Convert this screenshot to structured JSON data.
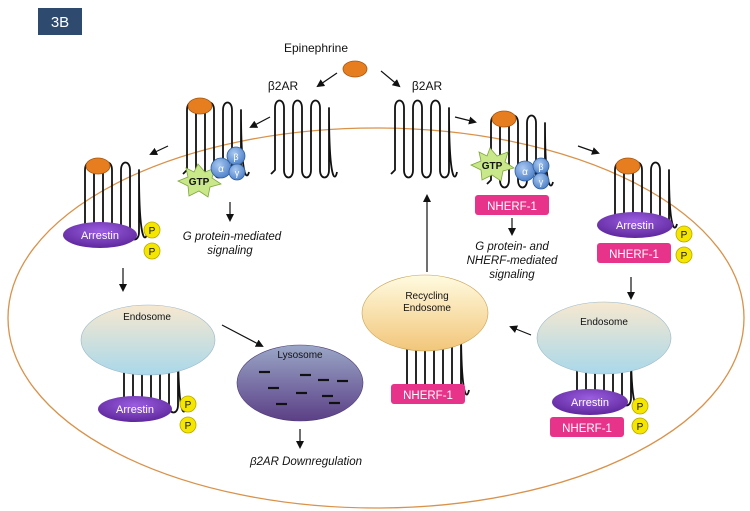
{
  "panel_label": "3B",
  "ligand_label": "Epinephrine",
  "receptor_left_label": "β2AR",
  "receptor_right_label": "β2AR",
  "gtp_label": "GTP",
  "subunits": {
    "alpha": "α",
    "beta": "β",
    "gamma": "γ"
  },
  "arrestin_label": "Arrestin",
  "phospho_label": "P",
  "nherf_label": "NHERF-1",
  "endosome_label": "Endosome",
  "lysosome_label": "Lysosome",
  "recycling_label_line1": "Recycling",
  "recycling_label_line2": "Endosome",
  "caption_g_protein": [
    "G protein-mediated",
    "signaling"
  ],
  "caption_g_nherf": [
    "G protein- and",
    "NHERF-mediated",
    "signaling"
  ],
  "caption_downregulation": "β2AR Downregulation",
  "colors": {
    "panel_bg": "#2e4a6e",
    "ligand": "#e67e1f",
    "cell_membrane": "#d9924a",
    "gtp_star": "#c9e88a",
    "g_subunit": "#5b8fd6",
    "arrestin": "#6a2fb5",
    "phospho": "#f5e600",
    "nherf": "#e8338a",
    "endosome_top": "#f7e8cf",
    "endosome_bottom": "#a9d8ea",
    "lysosome_top": "#9aa7c7",
    "lysosome_bottom": "#5b3f86",
    "recycling_top": "#fffbe0",
    "recycling_bottom": "#f2c67a"
  }
}
